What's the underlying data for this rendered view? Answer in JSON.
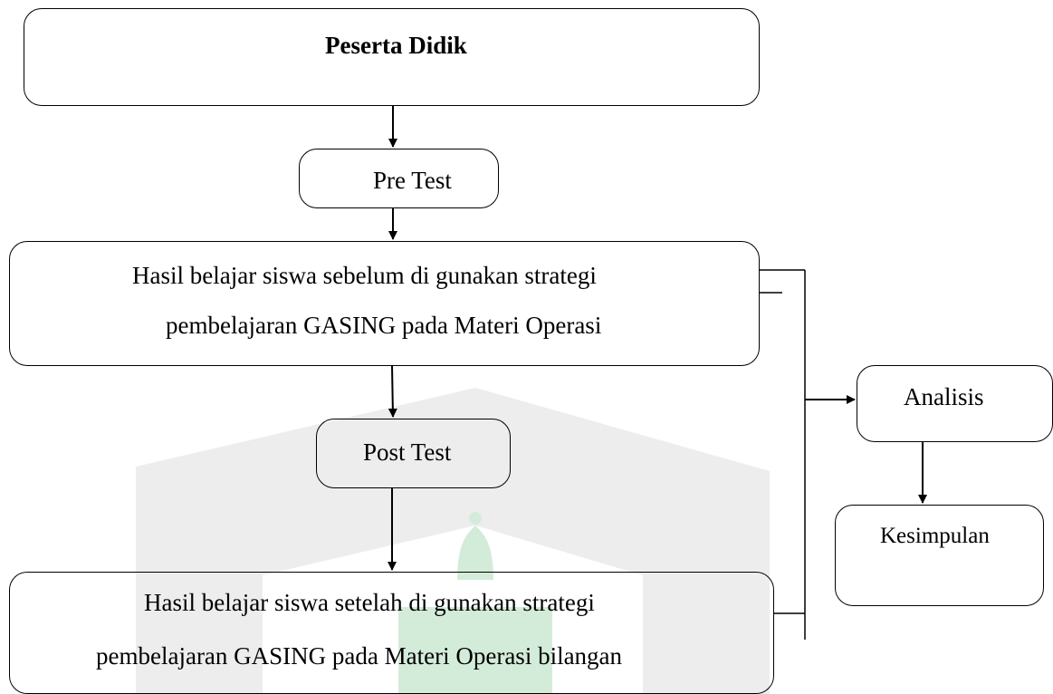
{
  "nodes": {
    "peserta_didik": "Peserta Didik",
    "pre_test": "Pre Test",
    "hasil_sebelum": {
      "line1": "Hasil belajar siswa sebelum di gunakan strategi",
      "line2": "pembelajaran GASING pada Materi Operasi"
    },
    "post_test": "Post Test",
    "hasil_setelah": {
      "line1": "Hasil belajar siswa setelah di gunakan strategi",
      "line2": "pembelajaran GASING pada Materi Operasi bilangan"
    },
    "analisis": "Analisis",
    "kesimpulan": "Kesimpulan"
  },
  "colors": {
    "border": "#000000",
    "watermark_gray": "#ededed",
    "watermark_green": "#d3ecd9"
  }
}
